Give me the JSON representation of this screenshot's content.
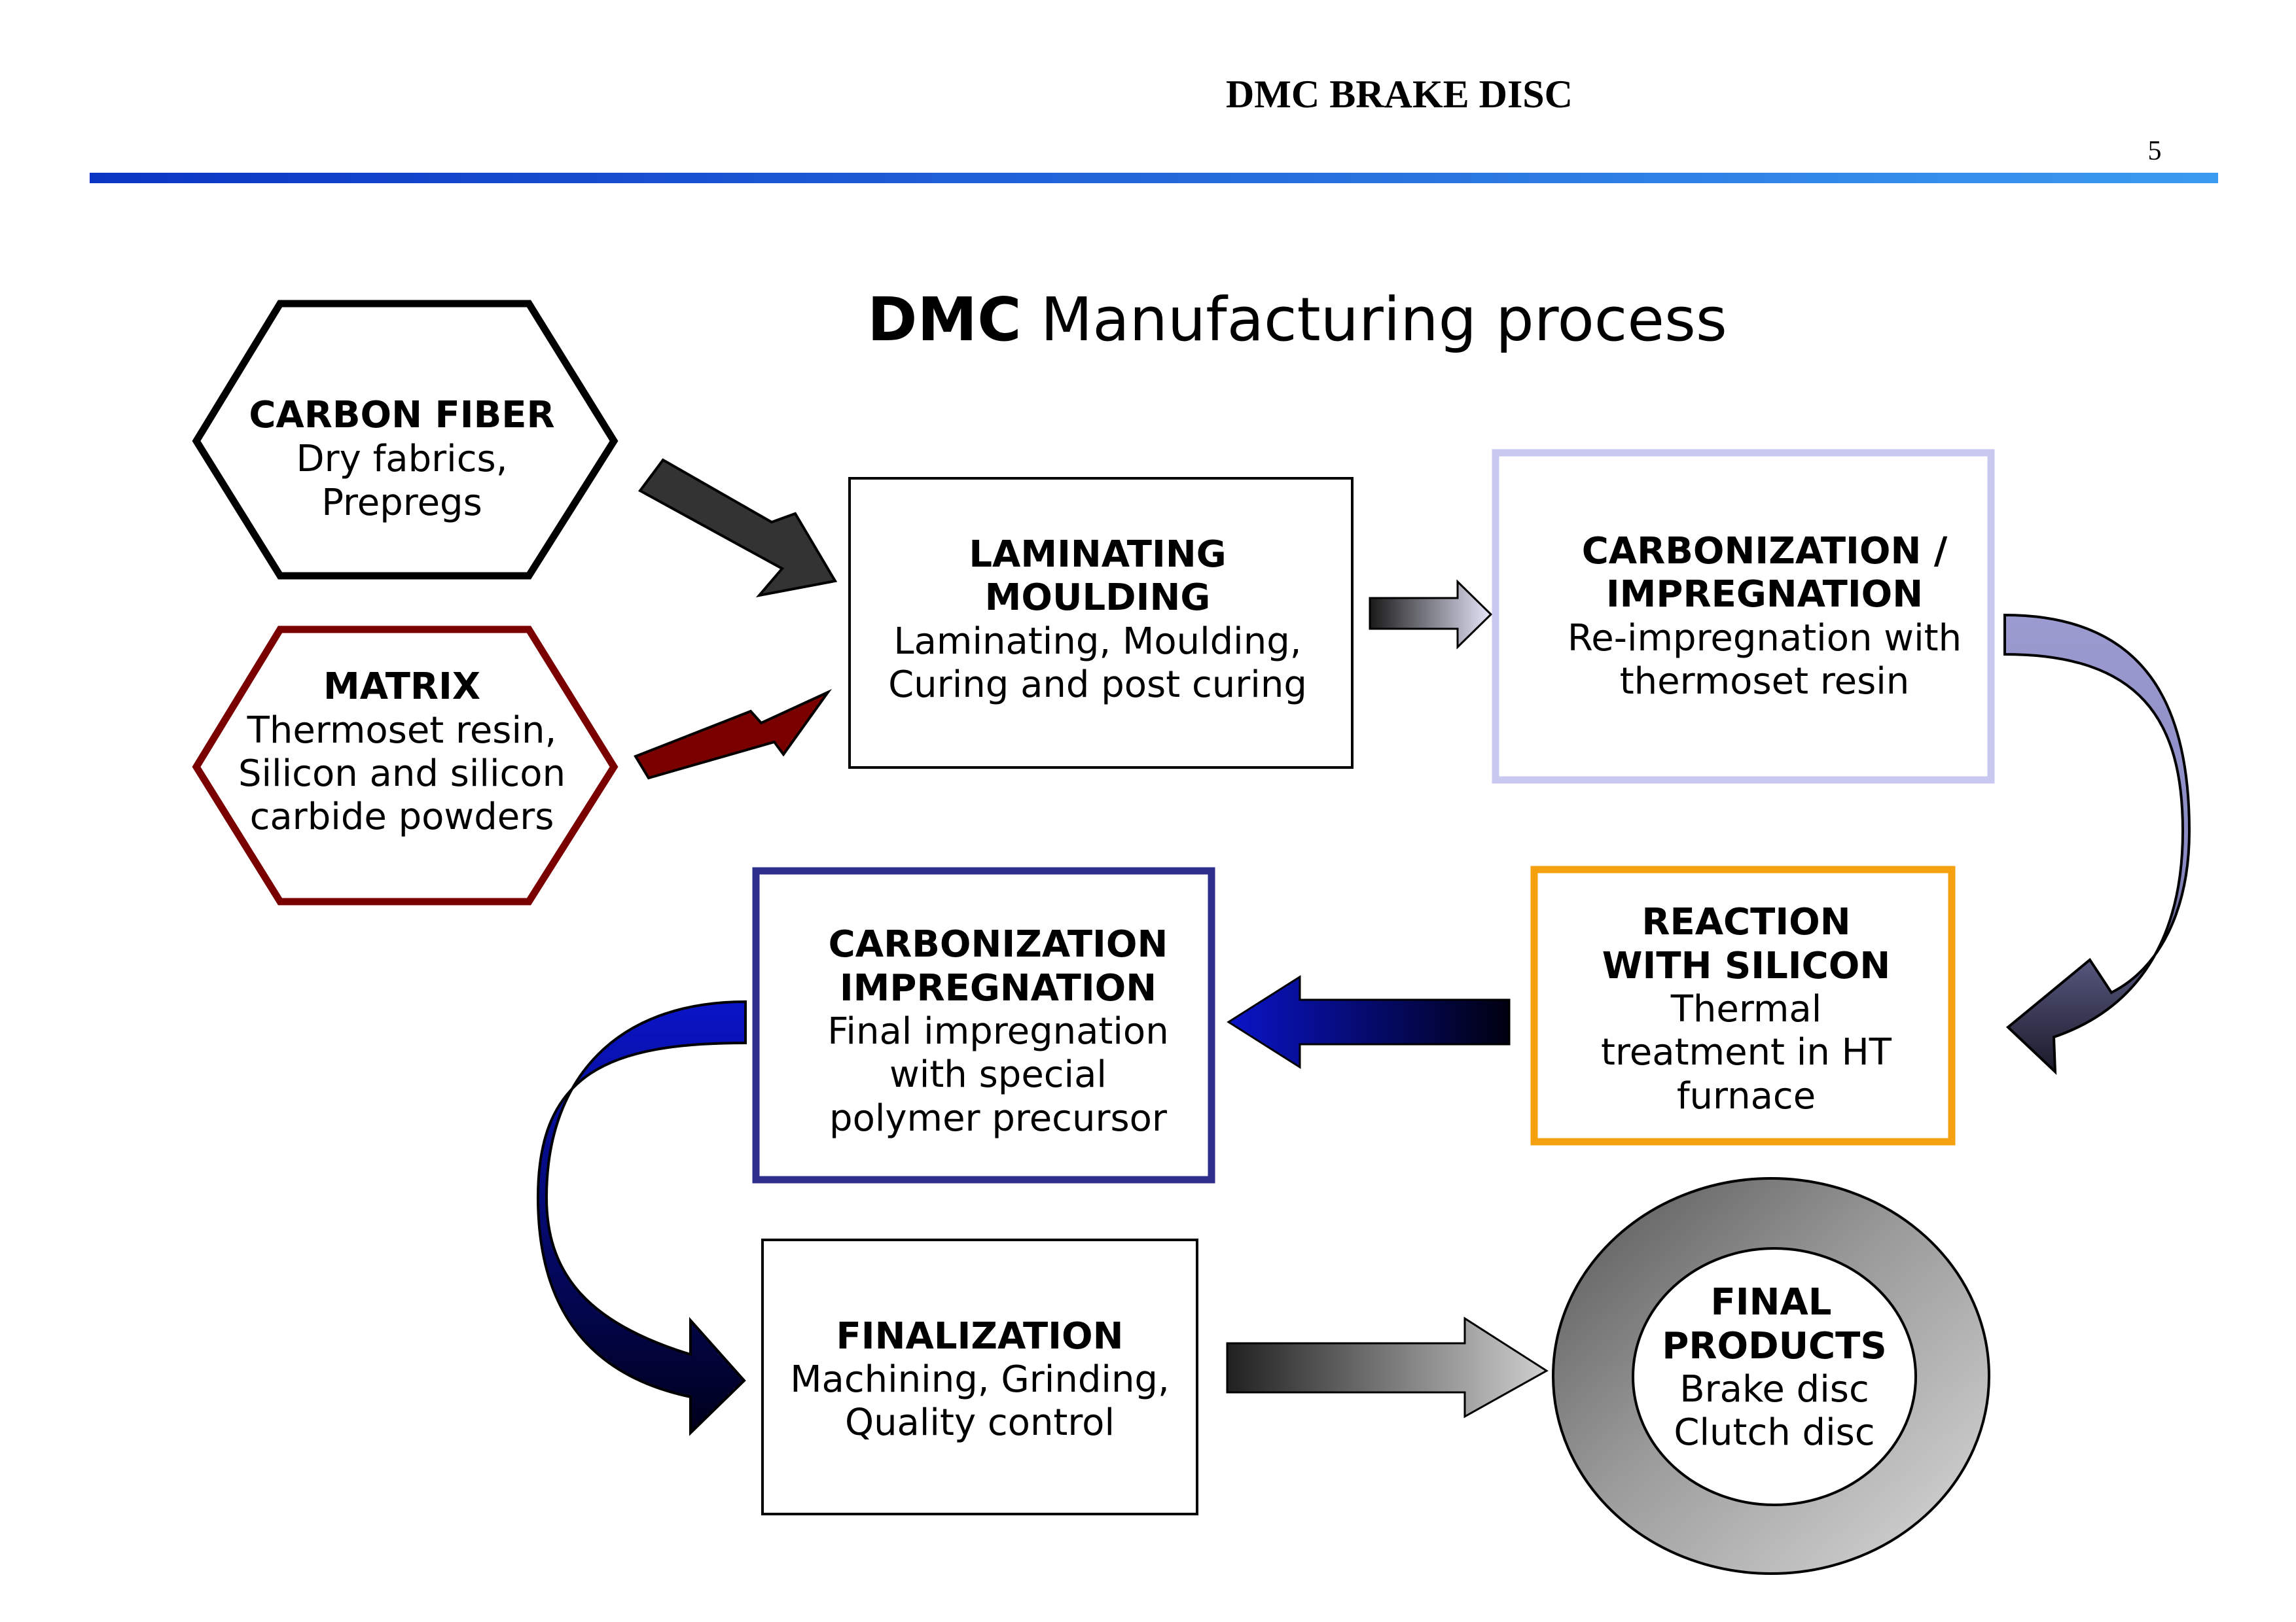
{
  "header": {
    "title": "DMC BRAKE DISC",
    "page_number": "5"
  },
  "slide": {
    "title_bold": "DMC",
    "title_rest": " Manufacturing process"
  },
  "colors": {
    "header_rule_start": "#0b35c4",
    "header_rule_end": "#3b9bf0",
    "carbon_fiber": "#000000",
    "matrix": "#7a0000",
    "carbonization_1": "#c8c8f0",
    "reaction": "#f5a00f",
    "carbonization_2": "#2e2e8c",
    "arrow_dark": "#333333",
    "arrow_red": "#7a0000",
    "arrow_blue": "#0a14c8"
  },
  "nodes": {
    "carbon_fiber": {
      "title": "CARBON FIBER",
      "lines": [
        "Dry fabrics,",
        "Prepregs"
      ]
    },
    "matrix": {
      "title": "MATRIX",
      "lines": [
        "Thermoset resin,",
        "Silicon and silicon",
        "carbide powders"
      ]
    },
    "laminating": {
      "title": [
        "LAMINATING",
        "MOULDING"
      ],
      "lines": [
        "Laminating, Moulding,",
        "Curing and post curing"
      ]
    },
    "carbonization_1": {
      "title": [
        "CARBONIZATION /",
        "IMPREGNATION"
      ],
      "lines": [
        "Re-impregnation with",
        "thermoset resin"
      ]
    },
    "reaction": {
      "title": [
        "REACTION",
        "WITH SILICON"
      ],
      "lines": [
        "Thermal",
        "treatment in HT",
        "furnace"
      ]
    },
    "carbonization_2": {
      "title": [
        "CARBONIZATION",
        "IMPREGNATION"
      ],
      "lines": [
        "Final impregnation",
        "with special",
        "polymer precursor"
      ]
    },
    "finalization": {
      "title": "FINALIZATION",
      "lines": [
        "Machining, Grinding,",
        "Quality control"
      ]
    },
    "final_products": {
      "title": [
        "FINAL",
        "PRODUCTS"
      ],
      "lines": [
        "Brake disc",
        "Clutch disc"
      ]
    }
  }
}
